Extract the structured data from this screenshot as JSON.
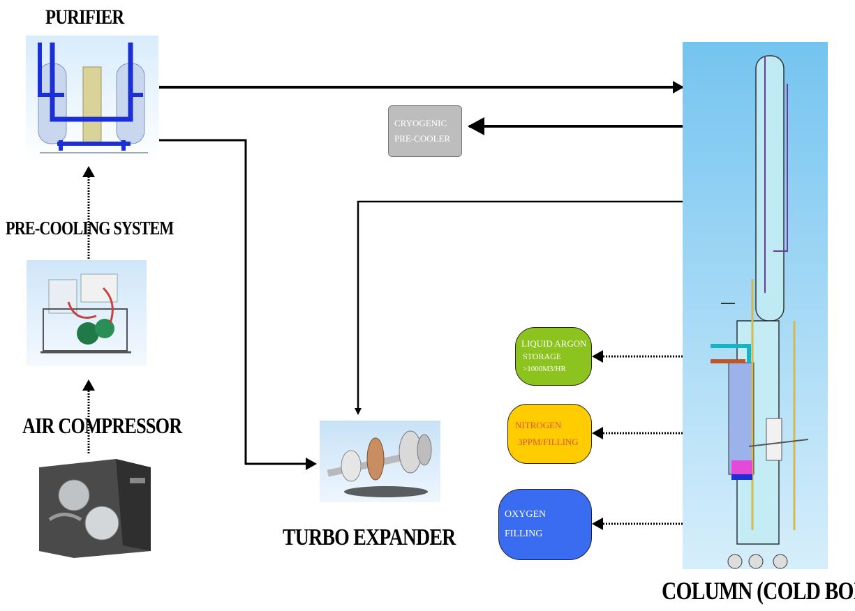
{
  "labels": {
    "purifier": "PURIFIER",
    "pre_cooling": "PRE-COOLING SYSTEM",
    "air_compressor": "AIR COMPRESSOR",
    "turbo_expander": "TURBO EXPANDER",
    "column": "COLUMN (COLD BOX)"
  },
  "nodes": {
    "cryogenic": {
      "line1": "CRYOGENIC",
      "line2": "PRE-COOLER",
      "color": "#bdbdbd"
    },
    "argon": {
      "line1": "LIQUID ARGON",
      "line2": "STORAGE",
      "line3": ">1000M3/HR",
      "color": "#8cc31e"
    },
    "nitrogen": {
      "line1": "NITROGEN",
      "line2": "3PPM/FILLING",
      "color": "#ffcc00"
    },
    "oxygen": {
      "line1": "OXYGEN",
      "line2": "FILLING",
      "color": "#3a6cf2"
    }
  },
  "icons": {
    "purifier": "purifier-vessels-icon",
    "pre_cooling": "refrigeration-skid-icon",
    "air_compressor": "compressor-cabinet-icon",
    "turbo_expander": "turbo-rotor-icon",
    "column": "distillation-column-icon"
  }
}
